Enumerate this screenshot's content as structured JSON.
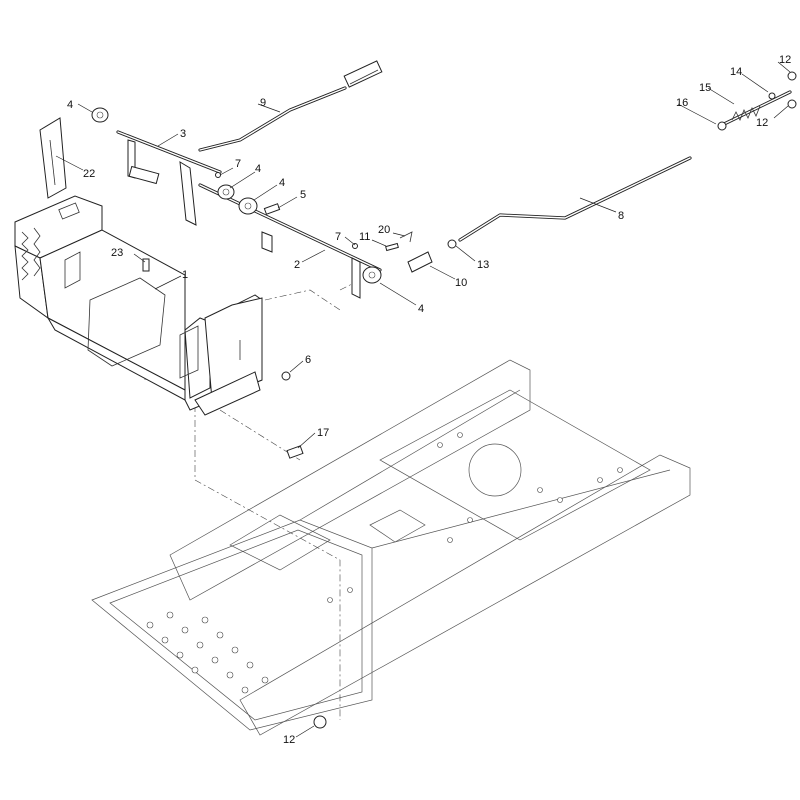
{
  "callouts": [
    {
      "id": "c-1",
      "text": "1"
    },
    {
      "id": "c-2",
      "text": "2"
    },
    {
      "id": "c-3",
      "text": "3"
    },
    {
      "id": "c-4a",
      "text": "4"
    },
    {
      "id": "c-4b",
      "text": "4"
    },
    {
      "id": "c-4c",
      "text": "4"
    },
    {
      "id": "c-4d",
      "text": "4"
    },
    {
      "id": "c-5",
      "text": "5"
    },
    {
      "id": "c-6",
      "text": "6"
    },
    {
      "id": "c-7a",
      "text": "7"
    },
    {
      "id": "c-7b",
      "text": "7"
    },
    {
      "id": "c-8",
      "text": "8"
    },
    {
      "id": "c-9",
      "text": "9"
    },
    {
      "id": "c-10",
      "text": "10"
    },
    {
      "id": "c-11",
      "text": "11"
    },
    {
      "id": "c-12a",
      "text": "12"
    },
    {
      "id": "c-12b",
      "text": "12"
    },
    {
      "id": "c-12c",
      "text": "12"
    },
    {
      "id": "c-13",
      "text": "13"
    },
    {
      "id": "c-14",
      "text": "14"
    },
    {
      "id": "c-15",
      "text": "15"
    },
    {
      "id": "c-16",
      "text": "16"
    },
    {
      "id": "c-17",
      "text": "17"
    },
    {
      "id": "c-20",
      "text": "20"
    },
    {
      "id": "c-22",
      "text": "22"
    },
    {
      "id": "c-23",
      "text": "23"
    }
  ]
}
